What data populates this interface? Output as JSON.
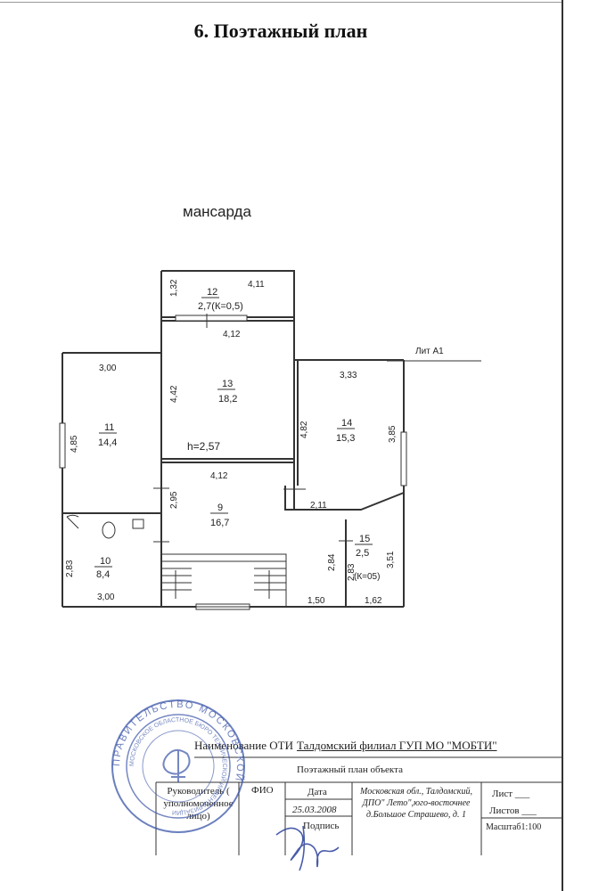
{
  "title": "6. Поэтажный план",
  "floor_label": "мансарда",
  "lit_label": "Лит А1",
  "height_label": "h=2,57",
  "rooms": [
    {
      "num": "12",
      "area": "2,7(К=0,5)"
    },
    {
      "num": "13",
      "area": "18,2"
    },
    {
      "num": "11",
      "area": "14,4"
    },
    {
      "num": "14",
      "area": "15,3"
    },
    {
      "num": "9",
      "area": "16,7"
    },
    {
      "num": "15",
      "area": "2,5"
    },
    {
      "num": "10",
      "area": "8,4"
    }
  ],
  "dims": {
    "d_1_32": "1,32",
    "d_4_11": "4,11",
    "d_4_12a": "4,12",
    "d_3_00a": "3,00",
    "d_4_42": "4,42",
    "d_3_33": "3,33",
    "d_4_85": "4,85",
    "d_4_82": "4,82",
    "d_3_85": "3,85",
    "d_4_12b": "4,12",
    "d_2_95": "2,95",
    "d_2_11": "2,11",
    "d_2_83a": "2,83",
    "d_2_84": "2,84",
    "d_2_83b": "2,83",
    "d_k05": "(К=05)",
    "d_3_51": "3,51",
    "d_3_00b": "3,00",
    "d_1_50": "1,50",
    "d_1_62": "1,62"
  },
  "title_block": {
    "org_label": "Наименование ОТИ",
    "org_value": "Талдомский филиал ГУП МО \"МОБТИ\"",
    "doc_name": "Поэтажный план объекта",
    "head_label": "Руководитель ( уполномоченное лицо)",
    "fio_label": "ФИО",
    "date_label": "Дата",
    "date_value": "25.03.2008",
    "signature_label": "Подпись",
    "address": "Московская обл., Талдомский, ДПО\" Лето\",юго-восточнее д.Большое Страшево, д. 1",
    "sheet_label": "Лист ___",
    "sheets_label": "Листов ___",
    "scale_label": "Масштаб1:100"
  },
  "stamp": {
    "outer_text": "ПРАВИТЕЛЬСТВО МОСКОВСКОЙ",
    "inner_text": "МОСКОВСКОЕ ОБЛАСТНОЕ БЮРО ТЕХНИЧЕСКОЙ ИНВЕНТАРИЗАЦИИ"
  },
  "colors": {
    "line": "#333333",
    "stamp": "#3a54a8",
    "signature": "#2a3f9a"
  }
}
